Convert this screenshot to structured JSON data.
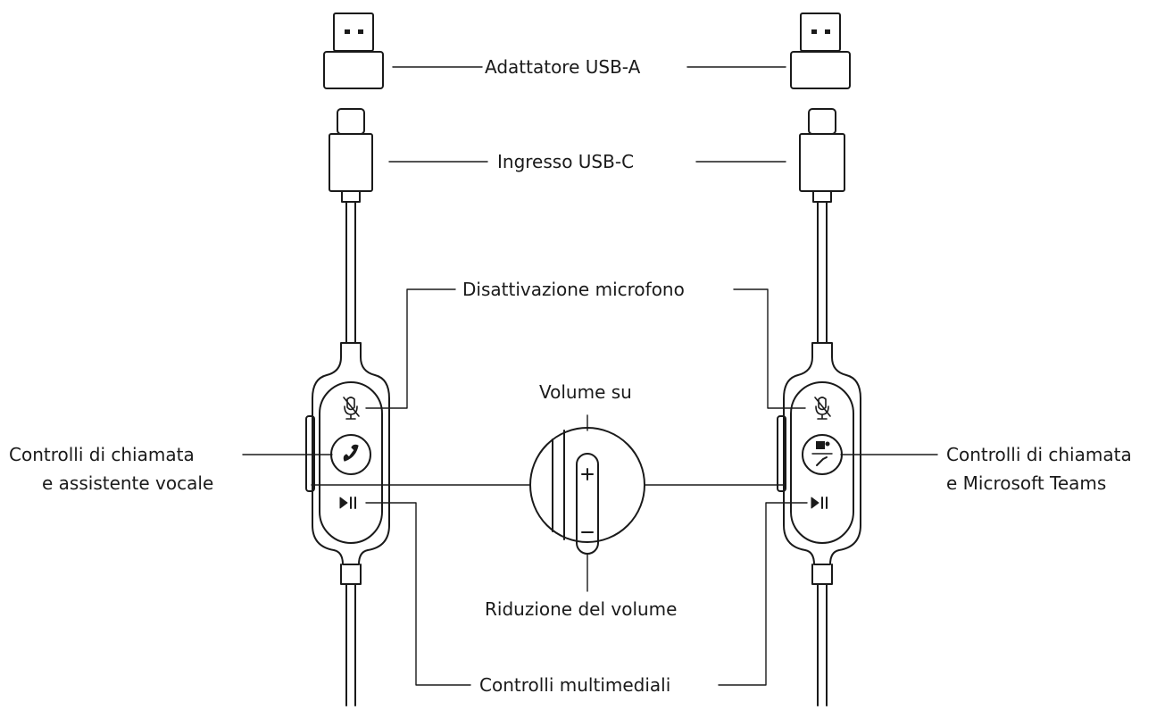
{
  "labels": {
    "usb_a_adapter": "Adattatore USB-A",
    "usb_c_input": "Ingresso USB-C",
    "mic_mute": "Disattivazione microfono",
    "volume_up": "Volume su",
    "call_controls_left_line1": "Controlli di chiamata",
    "call_controls_left_line2": "e assistente vocale",
    "call_controls_right_line1": "Controlli di chiamata",
    "call_controls_right_line2": "e Microsoft Teams",
    "volume_down": "Riduzione del volume",
    "media_controls": "Controlli multimediali"
  },
  "colors": {
    "stroke": "#1a1a1a",
    "background": "#ffffff"
  }
}
